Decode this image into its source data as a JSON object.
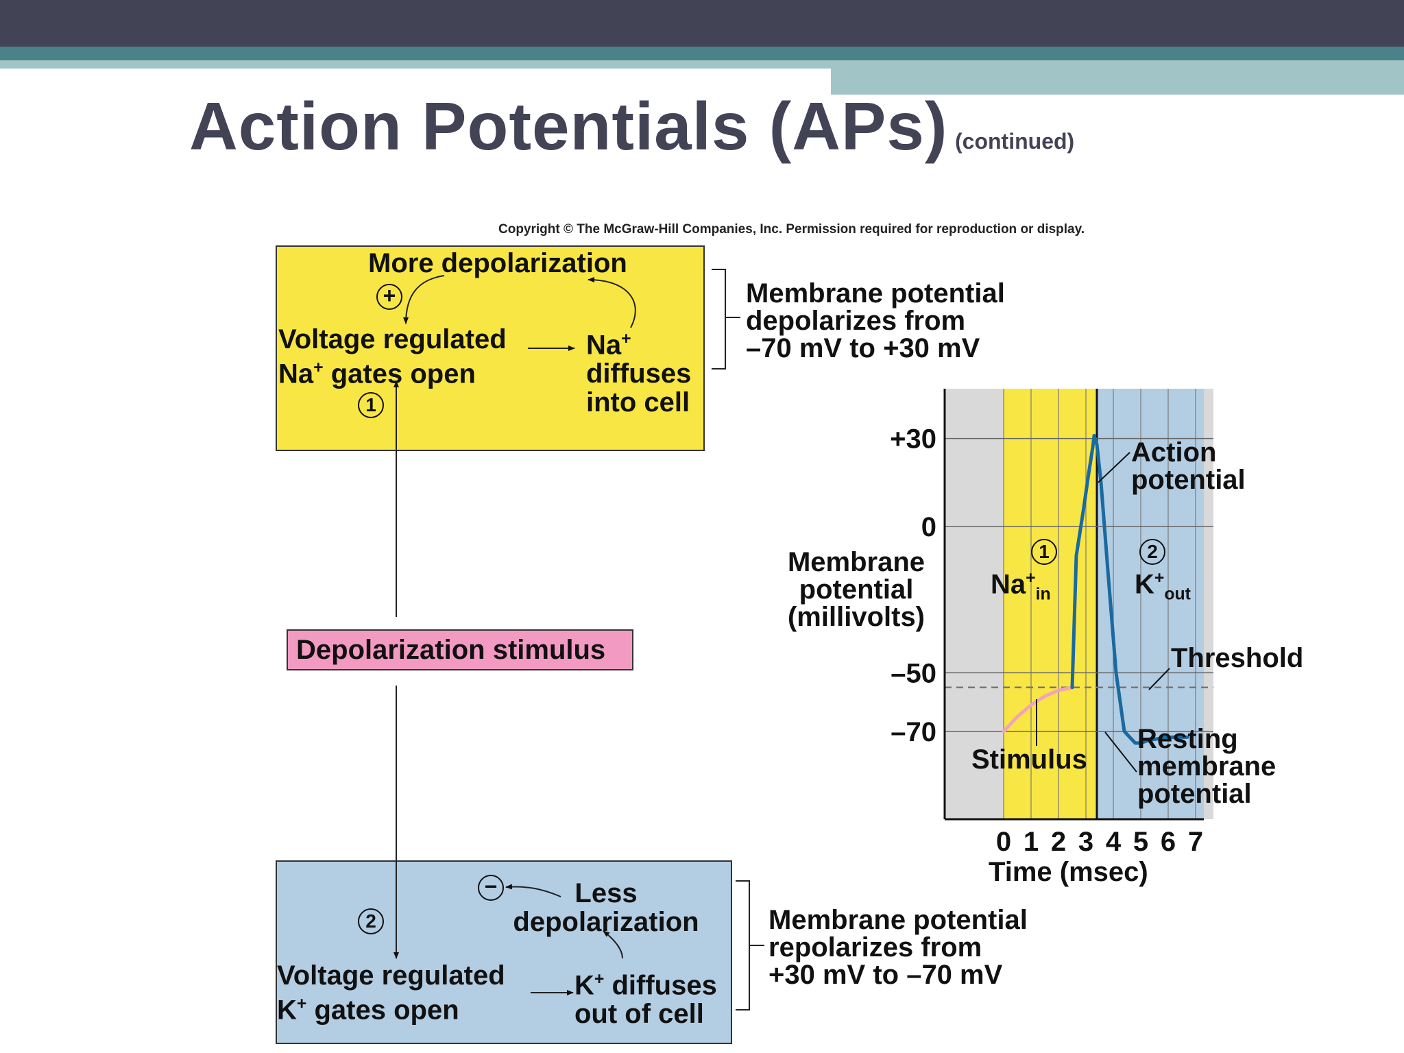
{
  "slide": {
    "title": "Action Potentials (APs)",
    "subtitle": "(continued)",
    "copyright": "Copyright © The McGraw-Hill Companies, Inc. Permission required for reproduction or display."
  },
  "colors": {
    "header_dark": "#434356",
    "header_teal": "#4a8289",
    "header_light": "#a1c4c6",
    "yellow_box": "#f8e645",
    "blue_box": "#b3cde3",
    "pink_box": "#f39ac3",
    "trace": "#1a6aa0",
    "stimulus_trace": "#f1a5b8"
  },
  "diagram": {
    "top_box": {
      "more_depolarization": "More depolarization",
      "plus_sign": "+",
      "step_number": "1",
      "gates_line1": "Voltage regulated",
      "gates_na": "Na",
      "gates_plus": "+",
      "gates_line2_rest": " gates open",
      "diffuse_na": "Na",
      "diffuse_plus": "+",
      "diffuse_line2": "diffuses",
      "diffuse_line3": "into cell"
    },
    "top_note": [
      "Membrane potential",
      "depolarizes from",
      "–70 mV to +30 mV"
    ],
    "stimulus_box": "Depolarization stimulus",
    "bottom_box": {
      "minus_sign": "−",
      "less_line1": "Less",
      "less_line2": "depolarization",
      "step_number": "2",
      "gates_line1": "Voltage regulated",
      "gates_k": "K",
      "gates_plus": "+",
      "gates_line2_rest": " gates open",
      "diffuse_k": "K",
      "diffuse_plus": "+",
      "diffuse_line1_rest": " diffuses",
      "diffuse_line2": "out of cell"
    },
    "bottom_note": [
      "Membrane potential",
      "repolarizes from",
      "+30 mV to –70 mV"
    ]
  },
  "chart_data": {
    "type": "line",
    "xlabel": "Time (msec)",
    "ylabel": [
      "Membrane",
      "potential",
      "(millivolts)"
    ],
    "x_ticks": [
      "0",
      "1",
      "2",
      "3",
      "4",
      "5",
      "6",
      "7"
    ],
    "y_ticks": [
      "+30",
      "0",
      "–50",
      "–70"
    ],
    "xlim": [
      -2,
      7.7
    ],
    "ylim": [
      -100,
      47
    ],
    "y_gridlines": [
      30,
      0,
      -50,
      -70
    ],
    "threshold": -55,
    "regions": [
      {
        "from": 0,
        "to": 3.4,
        "phase": "Na+ in",
        "step": "1"
      },
      {
        "from": 3.4,
        "to": 7.7,
        "phase": "K+ out",
        "step": "2"
      }
    ],
    "series": [
      {
        "role": "stimulus",
        "x": [
          0,
          0.5,
          1,
          1.5,
          2,
          2.5
        ],
        "y": [
          -70,
          -65,
          -61,
          -58,
          -56,
          -55
        ]
      },
      {
        "role": "action potential",
        "x": [
          2.5,
          2.65,
          2.9,
          3.1,
          3.25,
          3.3,
          3.4,
          3.55,
          3.8,
          4.1,
          4.4,
          4.6,
          4.8,
          5.0,
          5.3,
          6.0,
          6.7
        ],
        "y": [
          -55,
          -10,
          5,
          18,
          27,
          31,
          28,
          15,
          -15,
          -50,
          -70,
          -72,
          -74,
          -74,
          -73,
          -72,
          -72
        ]
      }
    ],
    "annotations": {
      "action": [
        "Action",
        "potential"
      ],
      "threshold": "Threshold",
      "resting": [
        "Resting",
        "membrane",
        "potential"
      ],
      "stimulus": "Stimulus",
      "na_in": {
        "ion": "Na",
        "charge": "+",
        "dir": "in",
        "step": "1"
      },
      "k_out": {
        "ion": "K",
        "charge": "+",
        "dir": "out",
        "step": "2"
      }
    }
  }
}
